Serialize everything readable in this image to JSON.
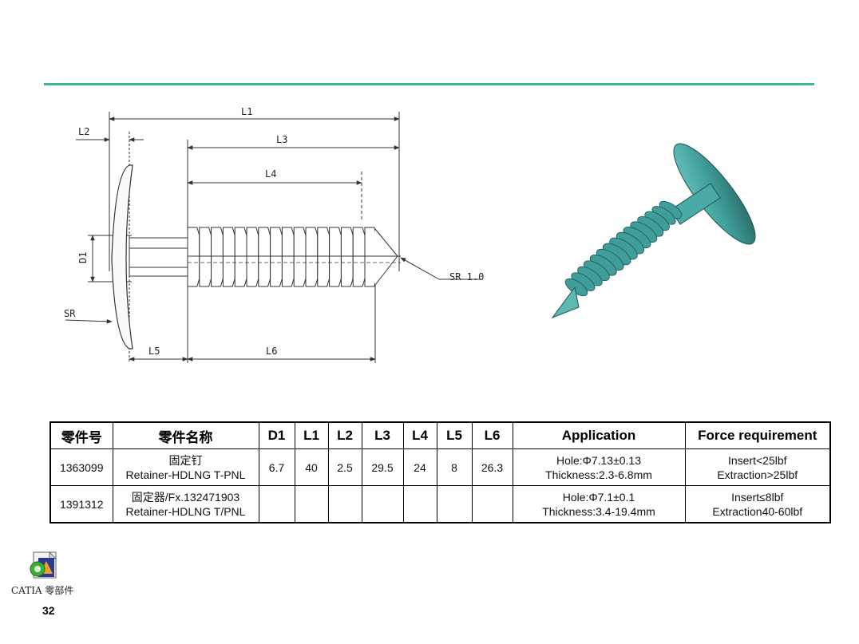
{
  "drawing": {
    "labels": {
      "l1": "L1",
      "l2": "L2",
      "l3": "L3",
      "l4": "L4",
      "l5": "L5",
      "l6": "L6",
      "d1": "D1",
      "sr": "SR",
      "sr_tip": "SR 1.0"
    }
  },
  "table": {
    "headers": [
      "零件号",
      "零件名称",
      "D1",
      "L1",
      "L2",
      "L3",
      "L4",
      "L5",
      "L6",
      "Application",
      "Force requirement"
    ],
    "rows": [
      {
        "part_no": "1363099",
        "name_cn": "固定钉",
        "name_en": "Retainer-HDLNG T-PNL",
        "d1": "6.7",
        "l1": "40",
        "l2": "2.5",
        "l3": "29.5",
        "l4": "24",
        "l5": "8",
        "l6": "26.3",
        "app_hole": "Hole:Φ7.13±0.13",
        "app_thickness": "Thickness:2.3-6.8mm",
        "force_insert": "Insert<25lbf",
        "force_extraction": "Extraction>25lbf"
      },
      {
        "part_no": "1391312",
        "name_cn": "固定器/Fx.132471903",
        "name_en": "Retainer-HDLNG T/PNL",
        "d1": "",
        "l1": "",
        "l2": "",
        "l3": "",
        "l4": "",
        "l5": "",
        "l6": "",
        "app_hole": "Hole:Φ7.1±0.1",
        "app_thickness": "Thickness:3.4-19.4mm",
        "force_insert": "Insert≤8lbf",
        "force_extraction": "Extraction40-60lbf"
      }
    ]
  },
  "footer": {
    "icon": "catia-part-icon",
    "catia_label": "CATIA 零部件",
    "page_number": "32"
  },
  "colors": {
    "accent_rule": "#3fb89a",
    "model_teal": "#3f9e9a"
  }
}
